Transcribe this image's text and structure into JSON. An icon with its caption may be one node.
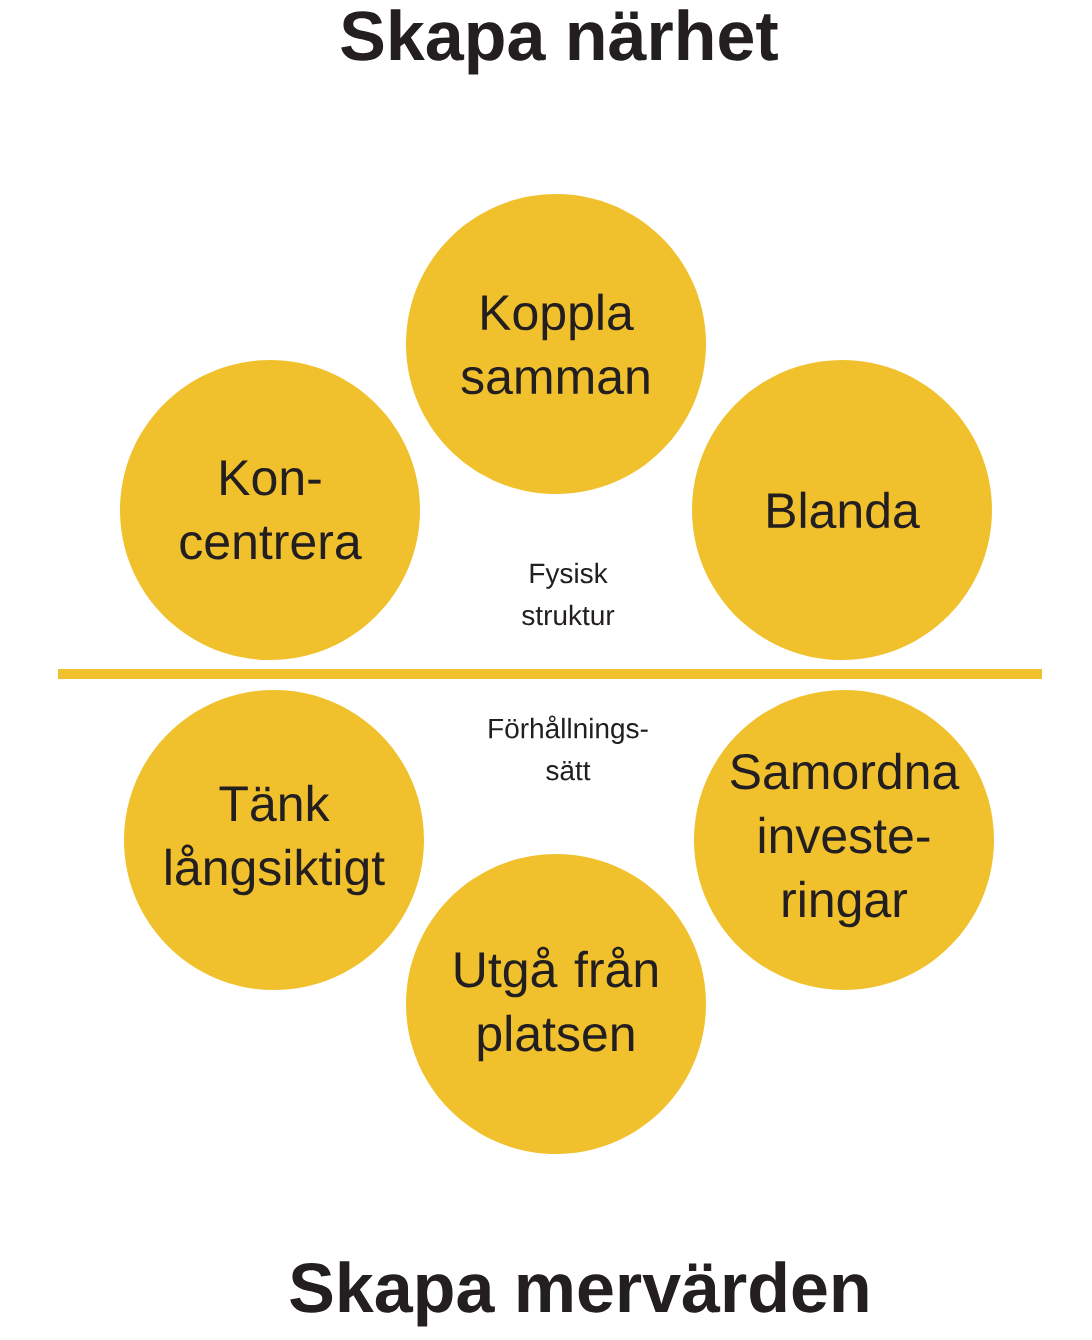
{
  "diagram": {
    "title": "Skapa närhet",
    "caption": "Skapa mervärden",
    "nodes": [
      {
        "text": [
          "Koppla samman"
        ]
      },
      {
        "text": [
          "Kon- centrera"
        ]
      },
      {
        "text": [
          "Blanda"
        ]
      },
      {
        "text": [
          "Tänk långsiktigt"
        ]
      },
      {
        "text": [
          "Samordna investe- ringar"
        ]
      },
      {
        "text": [
          "Utgå från platsen"
        ]
      }
    ],
    "labels": [
      "Fysisk struktur",
      "Förhållnings- sätt"
    ]
  }
}
